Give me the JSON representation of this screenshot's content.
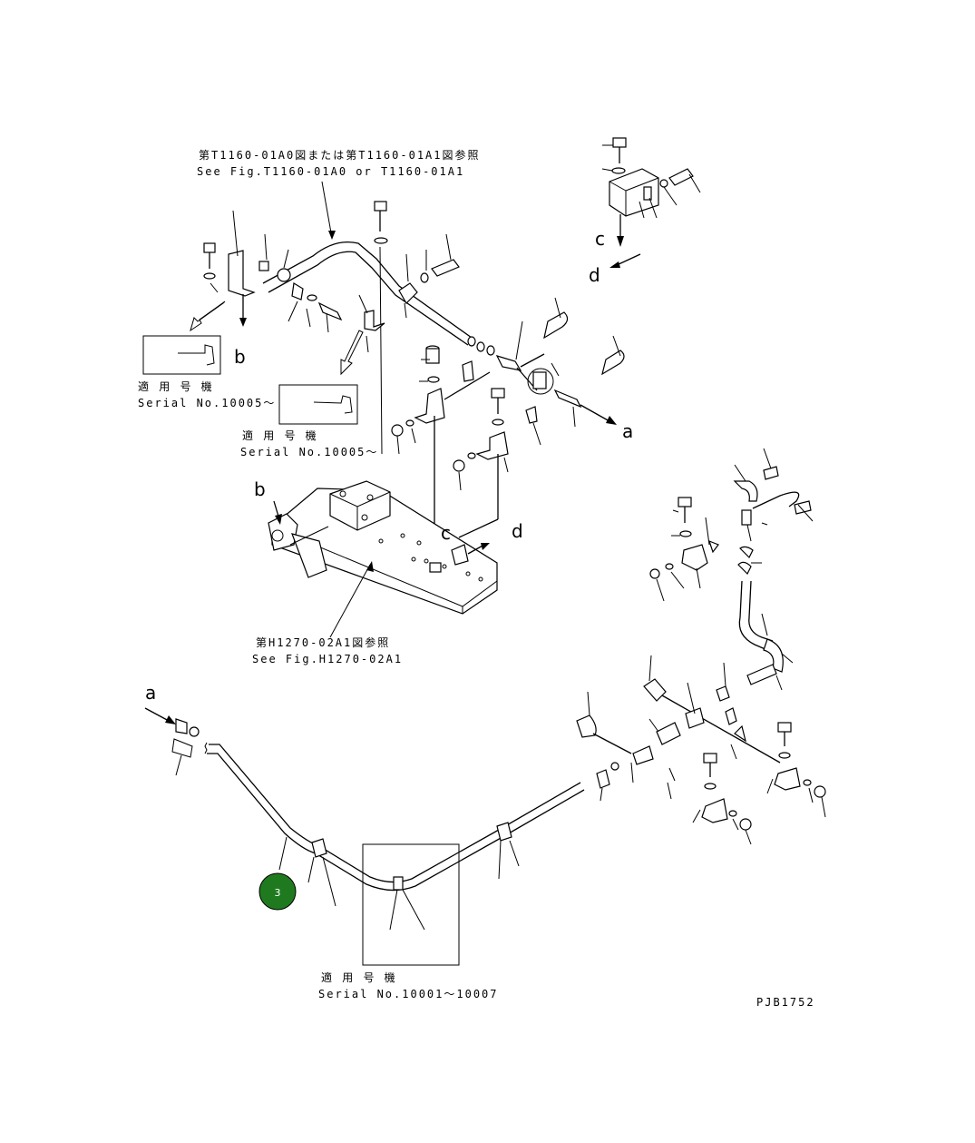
{
  "references": {
    "top_jp": "第T1160-01A0図または第T1160-01A1図参照",
    "top_en": "See Fig.T1160-01A0 or T1160-01A1",
    "mid_jp": "第H1270-02A1図参照",
    "mid_en": "See Fig.H1270-02A1"
  },
  "serial_boxes": [
    {
      "jp": "適 用 号 機",
      "en": "Serial No.10005～"
    },
    {
      "jp": "適 用 号 機",
      "en": "Serial No.10005～"
    },
    {
      "jp": "適 用 号 機",
      "en": "Serial No.10001～10007"
    }
  ],
  "connectors": {
    "a": "a",
    "b": "b",
    "c": "c",
    "d": "d"
  },
  "callout": {
    "label": "3",
    "color": "#1f7a1f"
  },
  "drawing_id": "PJB1752"
}
